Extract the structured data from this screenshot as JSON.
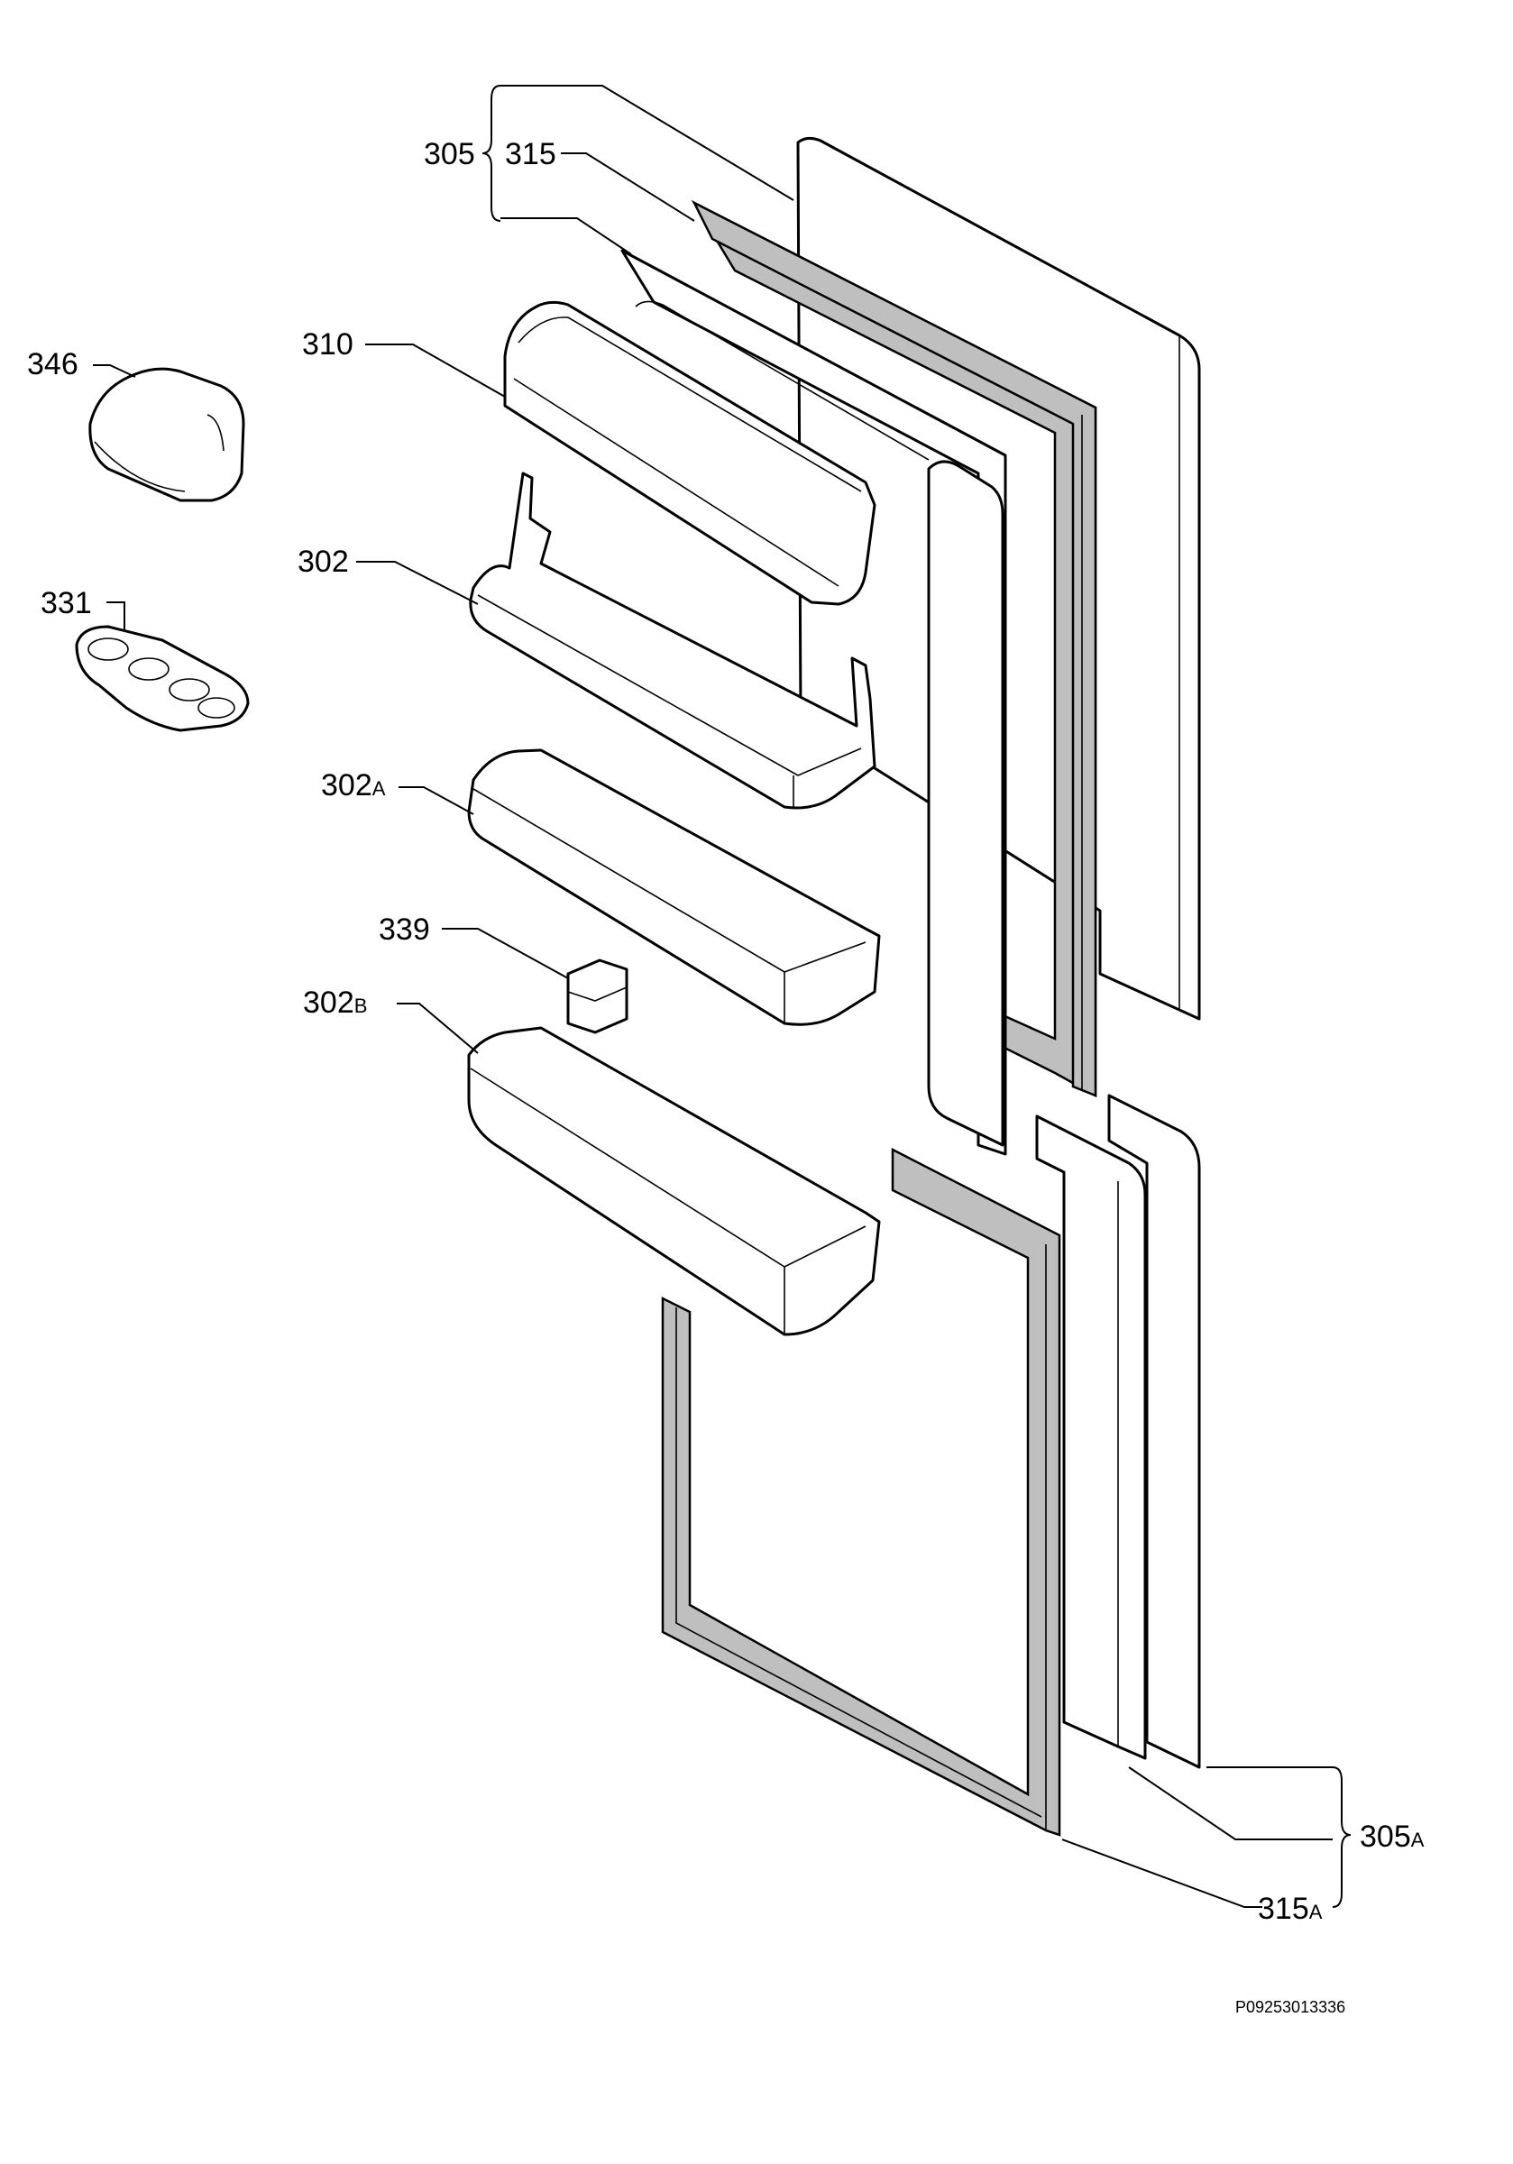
{
  "labels": {
    "p305": "305",
    "p315": "315",
    "p346": "346",
    "p310": "310",
    "p302": "302",
    "p331": "331",
    "p302a_num": "302",
    "p302a_suf": "A",
    "p339": "339",
    "p302b_num": "302",
    "p302b_suf": "B",
    "p305a_num": "305",
    "p305a_suf": "A",
    "p315a_num": "315",
    "p315a_suf": "A"
  },
  "drawing_code": "P09253013336"
}
